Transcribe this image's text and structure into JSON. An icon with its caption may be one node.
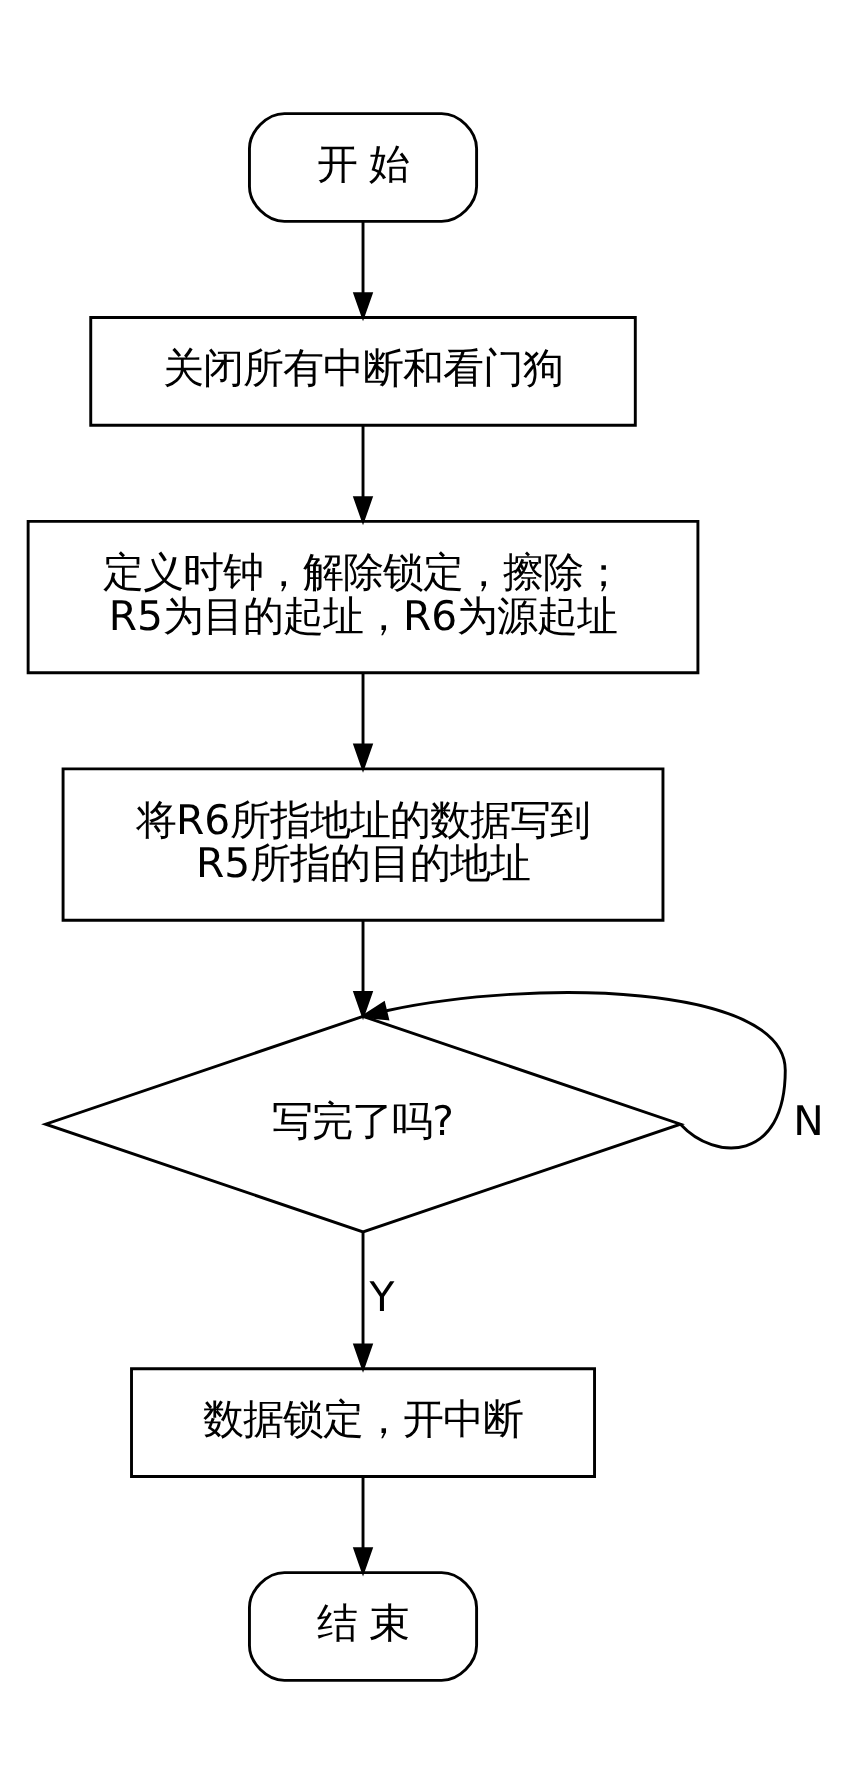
{
  "diagram": {
    "nodes": [
      {
        "text": [
          "开 始"
        ]
      },
      {
        "text": [
          "关闭所有中断和看门狗"
        ]
      },
      {
        "text": [
          "定义时钟，解除锁定，擦除；R5为目的起址，R6为源起址"
        ]
      },
      {
        "text": [
          "将R6所指地址的数据写到R5所指的目的地址"
        ]
      },
      {
        "text": [
          "写完了吗?"
        ]
      },
      {
        "text": [
          "数据锁定，开中断"
        ]
      },
      {
        "text": [
          "结 束"
        ]
      }
    ],
    "edges": [
      {
        "from": 0,
        "to": 1,
        "arrow": "to"
      },
      {
        "from": 1,
        "to": 2,
        "arrow": "to"
      },
      {
        "from": 2,
        "to": 3,
        "arrow": "to"
      },
      {
        "from": 3,
        "to": 4,
        "arrow": "to"
      },
      {
        "from": 4,
        "to": 4,
        "arrow": "to",
        "label": "N"
      },
      {
        "from": 4,
        "to": 5,
        "arrow": "to",
        "label": "Y"
      },
      {
        "from": 5,
        "to": 6,
        "arrow": "to"
      }
    ]
  }
}
